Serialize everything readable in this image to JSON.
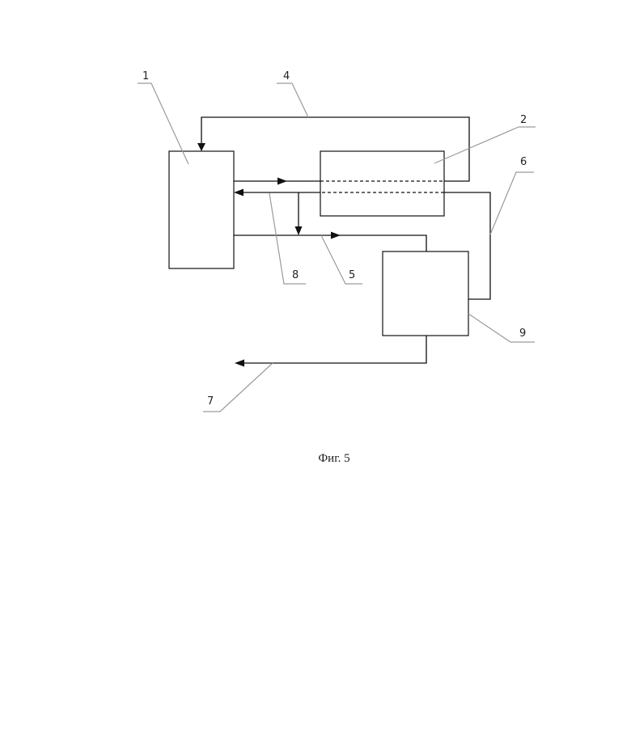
{
  "figure": {
    "caption": "Фиг. 5",
    "labels": {
      "l1": "1",
      "l2": "2",
      "l4": "4",
      "l5": "5",
      "l6": "6",
      "l7": "7",
      "l8": "8",
      "l9": "9"
    }
  }
}
